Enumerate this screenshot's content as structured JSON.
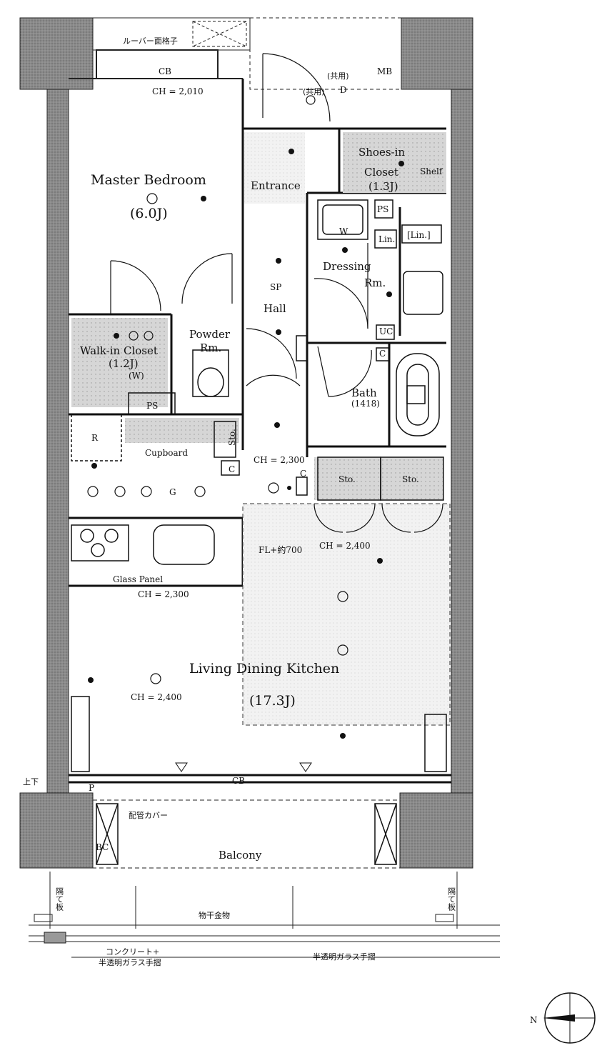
{
  "rooms": {
    "master_bedroom": {
      "name": "Master Bedroom",
      "size": "(6.0J)"
    },
    "entrance": "Entrance",
    "shoes_closet": {
      "line1": "Shoes-in",
      "line2": "Closet",
      "size": "(1.3J)"
    },
    "shelf": "Shelf",
    "ps_top": "PS",
    "lin1": "Lin.",
    "lin2": "[Lin.]",
    "dressing": {
      "line1": "Dressing",
      "line2": "Rm."
    },
    "hall": "Hall",
    "sp": "SP",
    "powder": {
      "line1": "Powder",
      "line2": "Rm."
    },
    "walkin": {
      "line1": "Walk-in Closet",
      "size": "(1.2J)",
      "w": "(W)"
    },
    "ps_mid": "PS",
    "r": "R",
    "cupboard": "Cupboard",
    "sto_small": "Sto.",
    "uc": "UC",
    "bath": {
      "name": "Bath",
      "size": "(1418)"
    },
    "sto1": "Sto.",
    "sto2": "Sto.",
    "ldk": {
      "name": "Living Dining Kitchen",
      "size": "(17.3J)"
    },
    "balcony": "Balcony",
    "mb": "MB",
    "w": "W"
  },
  "annotations": {
    "louver": "ルーバー面格子",
    "cb_top": "CB",
    "ch_2010": "CH = 2,010",
    "kyoyo1": "(共用)",
    "kyoyo2": "(共用)",
    "d": "D",
    "c1": "C",
    "c2": "C",
    "c3": "C",
    "ch_2300_hall": "CH = 2,300",
    "ch_2400_a": "CH = 2,400",
    "fl_700": "FL+約700",
    "glass_panel": "Glass Panel",
    "ch_2300_kit": "CH = 2,300",
    "ch_2400_b": "CH = 2,400",
    "cb_bottom": "CB",
    "ue_shita": "上下",
    "p": "P",
    "pipe_cover": "配管カバー",
    "bc": "BC",
    "partition_left": "隔て板",
    "partition_right": "隔て板",
    "monohoshi": "物干金物",
    "concrete": "コンクリート+",
    "semi_glass_left": "半透明ガラス手摺",
    "semi_glass_right": "半透明ガラス手摺",
    "g": "G",
    "north": "N"
  }
}
